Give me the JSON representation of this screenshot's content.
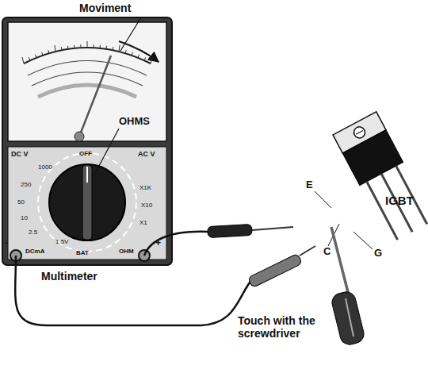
{
  "diagram": {
    "labels": [
      "Moviment",
      "OHMS",
      "Multimeter",
      "IGBT",
      "E",
      "C",
      "G",
      "Touch with the screwdriver",
      "DC V",
      "1000",
      "250",
      "50",
      "10",
      "2.5",
      "OFF",
      "AC V",
      "X1K",
      "X10",
      "X1",
      "DCmA",
      "BAT",
      "1.5V",
      "OHM",
      "-",
      "+"
    ]
  }
}
